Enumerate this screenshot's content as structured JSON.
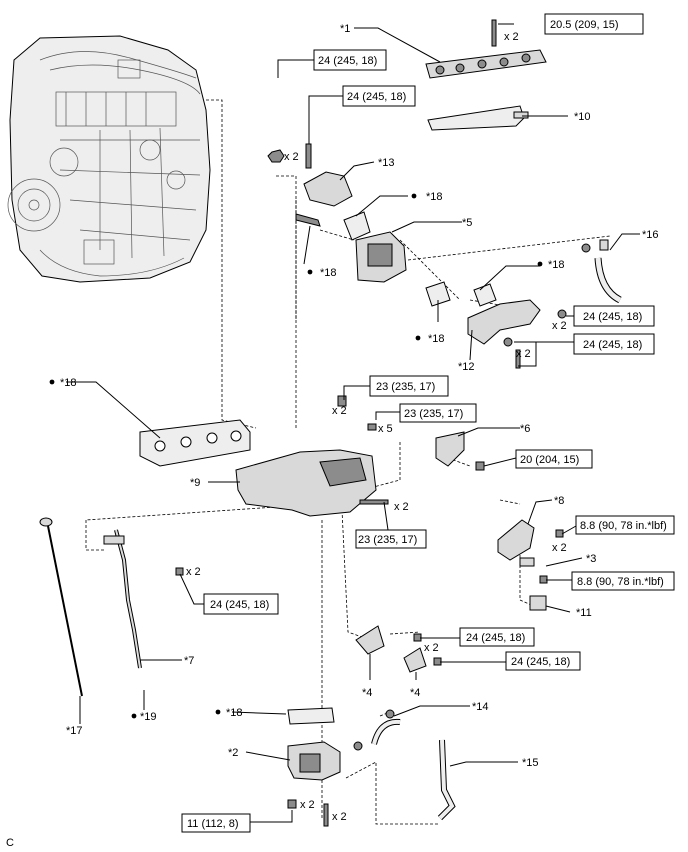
{
  "figure_code": "C",
  "callouts": {
    "c1": "*1",
    "c2": "*2",
    "c3": "*3",
    "c4a": "*4",
    "c4b": "*4",
    "c5": "*5",
    "c6": "*6",
    "c7": "*7",
    "c8": "*8",
    "c9": "*9",
    "c10": "*10",
    "c11": "*11",
    "c12": "*12",
    "c13": "*13",
    "c14": "*14",
    "c15": "*15",
    "c16": "*16",
    "c17": "*17",
    "c18a": "*18",
    "c18b": "*18",
    "c18c": "*18",
    "c18d": "*18",
    "c18e": "*18",
    "c18f": "*18",
    "c19": "*19"
  },
  "torque_specs": {
    "t_top_right": "20.5 (209, 15)",
    "t_upper1": "24 (245, 18)",
    "t_upper2": "24 (245, 18)",
    "t_egr_right1": "24 (245, 18)",
    "t_egr_right2": "24 (245, 18)",
    "t_mid1": "23 (235, 17)",
    "t_mid2": "23 (235, 17)",
    "t_mid3": "23 (235, 17)",
    "t_bracket6": "20 (204, 15)",
    "t_small1": "8.8 (90, 78 in.*lbf)",
    "t_small2": "8.8 (90, 78 in.*lbf)",
    "t_left_pipe": "24 (245, 18)",
    "t_bracket4a": "24 (245, 18)",
    "t_bracket4b": "24 (245, 18)",
    "t_bottom": "11 (112, 8)"
  },
  "quantities": {
    "q_top": "x 2",
    "q_upper_nut": "x 2",
    "q_egr1": "x 2",
    "q_egr2": "x 2",
    "q_mid1": "x 2",
    "q_mid2": "x 5",
    "q_mid3": "x 2",
    "q_small": "x 2",
    "q_pipe": "x 2",
    "q_bracket4": "x 2",
    "q_bottom1": "x 2",
    "q_bottom2": "x 2"
  },
  "icons": {
    "bullet": "bullet-dot-icon",
    "bolt": "bolt-icon",
    "nut": "nut-icon"
  }
}
